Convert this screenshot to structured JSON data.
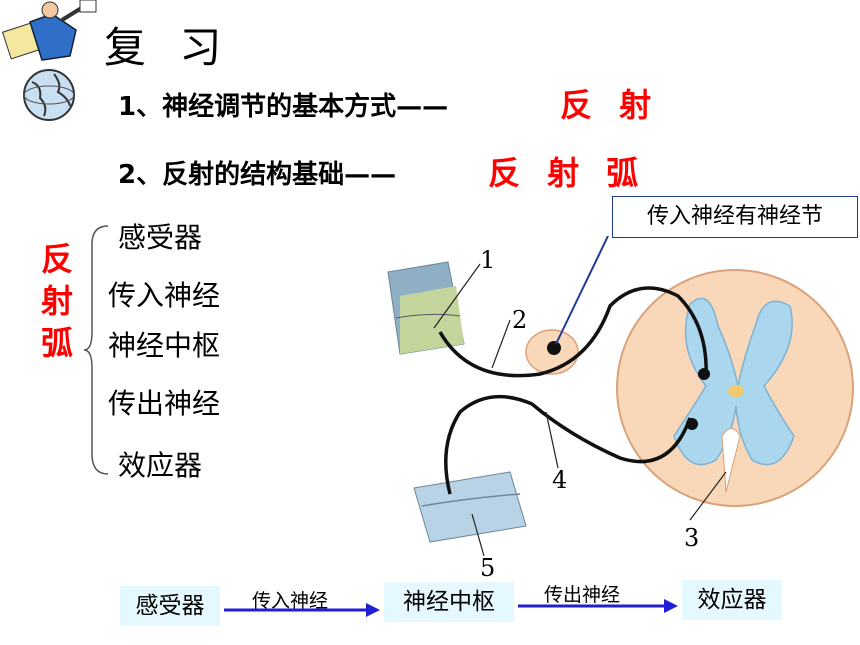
{
  "title": "复 习",
  "points": [
    {
      "text": "1、神经调节的基本方式——",
      "answer": "反 射"
    },
    {
      "text": "2、反射的结构基础——",
      "answer": "反 射 弧"
    }
  ],
  "arc_label": "反射弧",
  "components": [
    "感受器",
    "传入神经",
    "神经中枢",
    "传出神经",
    "效应器"
  ],
  "callout": "传入神经有神经节",
  "diagram_numbers": [
    "1",
    "2",
    "3",
    "4",
    "5"
  ],
  "flow": {
    "boxes": [
      "感受器",
      "神经中枢",
      "效应器"
    ],
    "arrows": [
      "传入神经",
      "传出神经"
    ]
  },
  "colors": {
    "answer": "#ff0000",
    "arrow": "#1f1fd6",
    "flow_box": "#e6f8ff",
    "spinal_cord": "#f8d8b8",
    "grey_matter": "#aad6ee"
  }
}
